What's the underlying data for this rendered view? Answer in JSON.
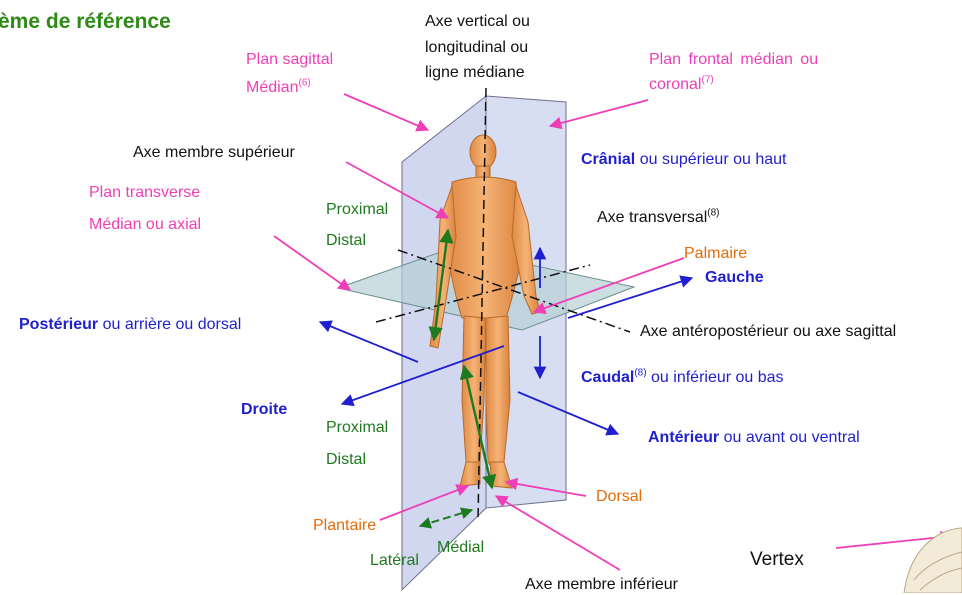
{
  "title": "ème de référence",
  "labels": {
    "axe_vertical_1": "Axe vertical ou",
    "axe_vertical_2": "longitudinal ou",
    "axe_vertical_3": "ligne médiane",
    "plan_sagittal_1": "Plan sagittal",
    "plan_sagittal_2": "Médian",
    "plan_sagittal_sup": "(6)",
    "plan_frontal_1": "Plan frontal médian ou",
    "plan_frontal_2": "coronal",
    "plan_frontal_sup": "(7)",
    "axe_membre_sup": "Axe membre supérieur",
    "cranial_bold": "Crânial",
    "cranial_rest": " ou supérieur ou haut",
    "plan_transverse_1": "Plan transverse",
    "plan_transverse_2": "Médian ou axial",
    "proximal_top": "Proximal",
    "distal_top": "Distal",
    "axe_transversal": "Axe transversal",
    "axe_transversal_sup": "(8)",
    "palmaire": "Palmaire",
    "gauche": "Gauche",
    "posterieur_bold": "Postérieur",
    "posterieur_rest": " ou arrière ou dorsal",
    "axe_antero": "Axe antéropostérieur ou axe sagittal",
    "caudal_bold": "Caudal",
    "caudal_sup": "(8)",
    "caudal_rest": " ou inférieur ou bas",
    "droite": "Droite",
    "proximal_bottom": "Proximal",
    "distal_bottom": "Distal",
    "anterieur_bold": "Antérieur",
    "anterieur_rest": " ou avant ou ventral",
    "dorsal": "Dorsal",
    "plantaire": "Plantaire",
    "lateral": "Latéral",
    "medial": "Médial",
    "axe_membre_inf": "Axe membre inférieur",
    "vertex": "Vertex"
  },
  "colors": {
    "title": "#2e8b16",
    "pink": "#ee3fb7",
    "green": "#1f7a1f",
    "orange": "#e36c0a",
    "blue": "#1f1fcf",
    "plane": "#a9b6e0",
    "skin": "#f1a660"
  }
}
